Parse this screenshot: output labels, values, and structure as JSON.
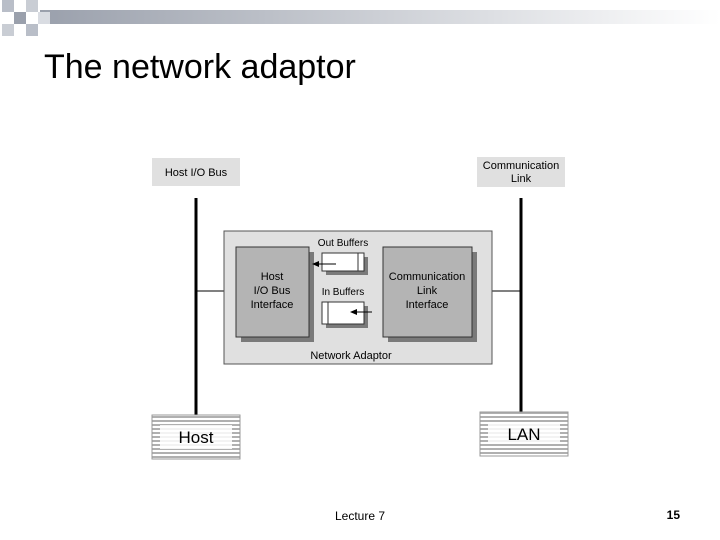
{
  "slide": {
    "title": "The network adaptor",
    "footer_center": "Lecture 7",
    "page_number": "15"
  },
  "diagram": {
    "host_io_bus_label": "Host I/O Bus",
    "comm_link_label_line1": "Communication",
    "comm_link_label_line2": "Link",
    "out_buffers": "Out Buffers",
    "in_buffers": "In Buffers",
    "host_interface_line1": "Host",
    "host_interface_line2": "I/O Bus",
    "host_interface_line3": "Interface",
    "comm_interface_line1": "Communication",
    "comm_interface_line2": "Link",
    "comm_interface_line3": "Interface",
    "network_adaptor": "Network Adaptor",
    "host": "Host",
    "lan": "LAN"
  },
  "colors": {
    "band_dark": "#9aa0ac",
    "band_light": "#ffffff",
    "panel_gray": "#e0e0e0",
    "box_gray": "#b4b4b4",
    "shadow": "#7a7a7a"
  }
}
